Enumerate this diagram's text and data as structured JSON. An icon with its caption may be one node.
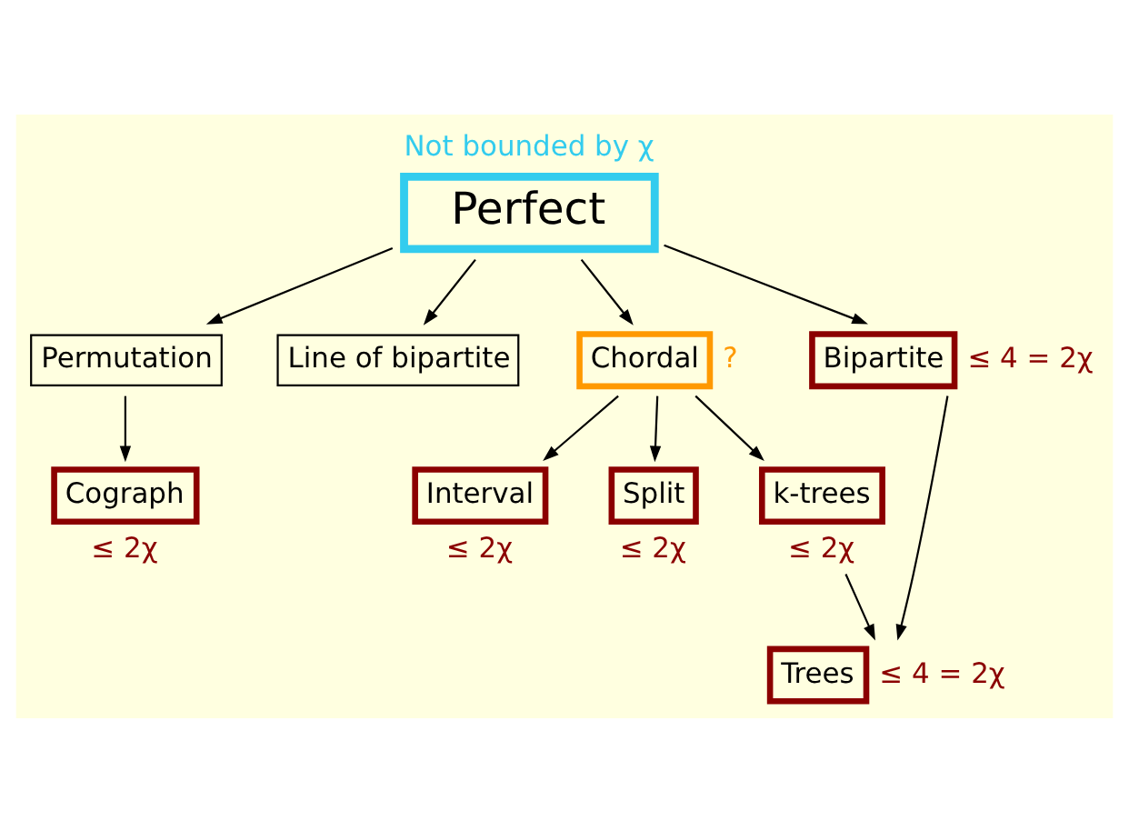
{
  "diagram": {
    "nodes": [
      {
        "text": [
          "Perfect"
        ],
        "beside": [
          "Not bounded by χ"
        ]
      },
      {
        "text": [
          "Permutation"
        ]
      },
      {
        "text": [
          "Line of bipartite"
        ]
      },
      {
        "text": [
          "Cograph"
        ],
        "beside": [
          "≤ 2χ"
        ]
      },
      {
        "text": [
          "Chordal"
        ],
        "beside": [
          "?"
        ]
      },
      {
        "text": [
          "Bipartite"
        ],
        "beside": [
          "≤ 4 = 2χ"
        ]
      },
      {
        "text": [
          "Interval"
        ],
        "beside": [
          "≤ 2χ"
        ]
      },
      {
        "text": [
          "Split"
        ],
        "beside": [
          "≤ 2χ"
        ]
      },
      {
        "text": [
          "k-trees"
        ],
        "beside": [
          "≤ 2χ"
        ]
      },
      {
        "text": [
          "Trees"
        ],
        "beside": [
          "≤ 4 = 2χ"
        ]
      }
    ],
    "edges": [
      {
        "from": 0,
        "to": 1,
        "arrow": "to"
      },
      {
        "from": 0,
        "to": 4,
        "arrow": "to"
      },
      {
        "from": 0,
        "to": 5,
        "arrow": "to"
      },
      {
        "from": 0,
        "to": 2,
        "arrow": "to"
      },
      {
        "from": 1,
        "to": 3,
        "arrow": "to"
      },
      {
        "from": 4,
        "to": 6,
        "arrow": "to"
      },
      {
        "from": 4,
        "to": 7,
        "arrow": "to"
      },
      {
        "from": 4,
        "to": 8,
        "arrow": "to"
      },
      {
        "from": 5,
        "to": 9,
        "arrow": "to"
      },
      {
        "from": 8,
        "to": 9,
        "arrow": "to"
      }
    ]
  }
}
